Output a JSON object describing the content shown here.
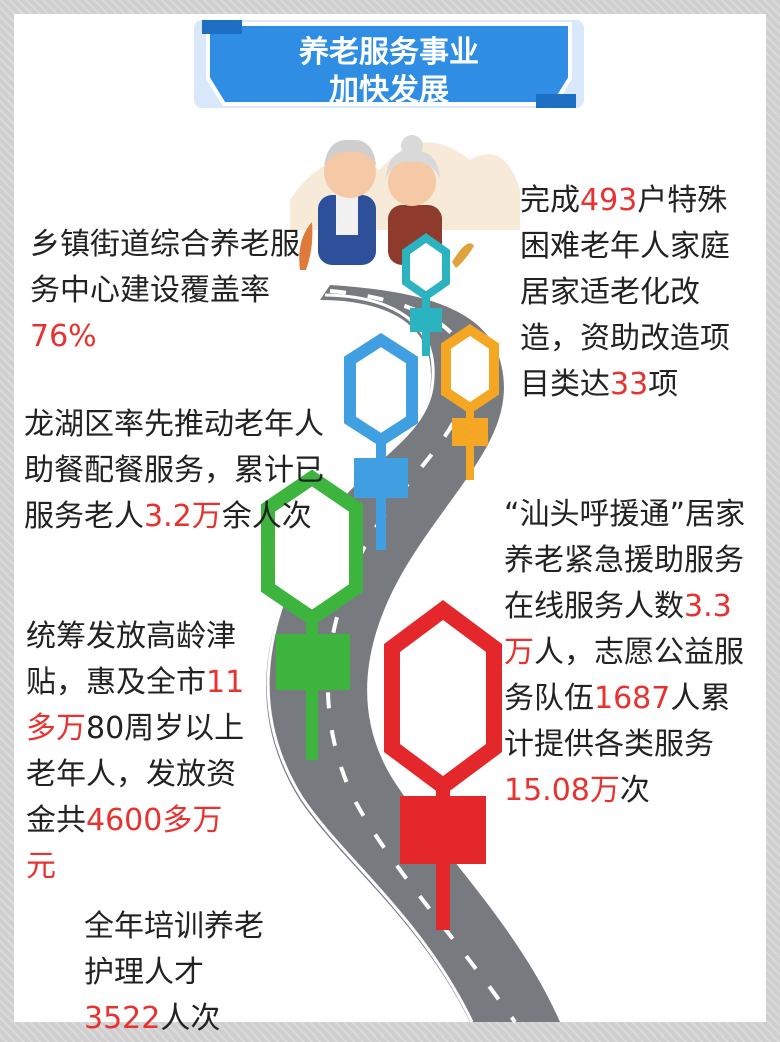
{
  "banner": {
    "line1": "养老服务事业",
    "line2": "加快发展"
  },
  "stats": {
    "coverage": {
      "pre": "乡镇街道综合养老服务中心建设覆盖率",
      "value": "76%"
    },
    "renovation": {
      "pre1": "完成",
      "value1": "493",
      "mid": "户特殊困难老年人家庭居家适老化改造，资助改造项目类达",
      "value2": "33",
      "post": "项"
    },
    "meals": {
      "pre": "龙湖区率先推动老年人助餐配餐服务，累计已服务老人",
      "value": "3.2万",
      "post": "余人次"
    },
    "emergency": {
      "pre": "“汕头呼援通”居家养老紧急援助服务在线服务人数",
      "value1": "3.3万",
      "mid": "人，志愿公益服务队伍",
      "value2": "1687",
      "mid2": "人累计提供各类服务",
      "value3": "15.08万",
      "post": "次"
    },
    "allowance": {
      "pre": "统筹发放高龄津贴，惠及全市",
      "value1": "11多万",
      "mid": "80周岁以上老年人，发放资金共",
      "value2": "4600多万元"
    },
    "training": {
      "pre": "全年培训养老护理人才",
      "value": "3522",
      "post": "人次"
    }
  },
  "colors": {
    "banner_blue": "#2f8de4",
    "highlight_red": "#e8322f",
    "sign_teal": "#2bb3c0",
    "sign_orange": "#f5a623",
    "sign_blue": "#3f9fe0",
    "sign_green": "#3db43d",
    "sign_red": "#e4272b",
    "road_gray": "#777b80"
  }
}
